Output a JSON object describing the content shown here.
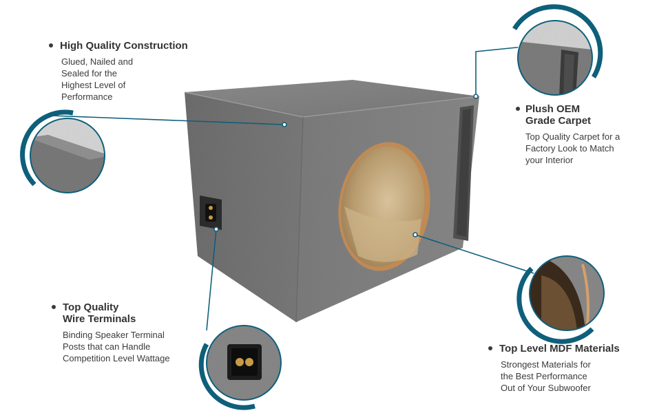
{
  "colors": {
    "accent": "#0e5f7a",
    "carpet": "#7d7d7d",
    "mdf": "#c9a46b",
    "background": "#ffffff"
  },
  "features": [
    {
      "title": "High Quality Construction",
      "desc": "Glued, Nailed and\nSealed for the\nHighest Level of\nPerformance"
    },
    {
      "title": "Plush OEM\nGrade Carpet",
      "desc": "Top Quality Carpet for a\nFactory Look to Match\nyour Interior"
    },
    {
      "title": "Top Quality\nWire Terminals",
      "desc": "Binding Speaker Terminal\nPosts that can Handle\nCompetition Level Wattage"
    },
    {
      "title": "Top Level MDF Materials",
      "desc": "Strongest Materials for\nthe Best Performance\nOut of  Your Subwoofer"
    }
  ]
}
